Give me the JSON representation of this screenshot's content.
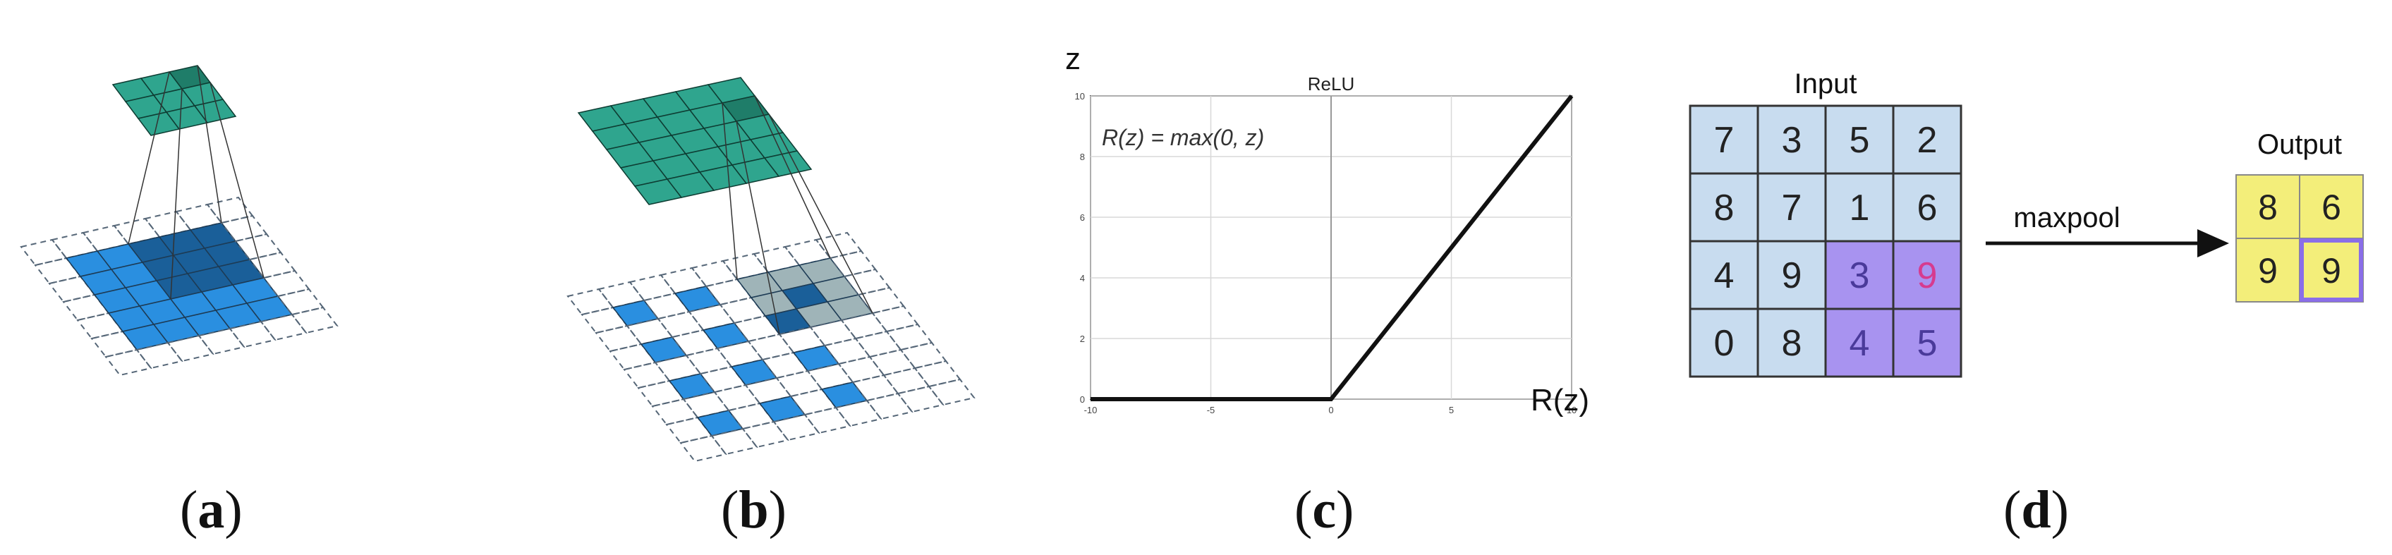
{
  "captions": {
    "a": "a",
    "b": "b",
    "c": "c",
    "d": "d"
  },
  "colors": {
    "teal": "#2fa58e",
    "teal_dark": "#1f7d69",
    "blue": "#2a8fe0",
    "blue_dark": "#1a5f99",
    "gray_cell": "#9fb4b8",
    "input_cell": "#c8dcef",
    "pool_cell": "#a893f0",
    "output_cell": "#f3ee7a",
    "highlight_nine": "#d63b8f"
  },
  "relu": {
    "title": "ReLU",
    "y_axis_label": "z",
    "x_axis_label": "R(z)",
    "formula": "R(z) = max(0,  z)",
    "x_ticks": [
      "-10",
      "-5",
      "0",
      "5",
      "10"
    ],
    "y_ticks": [
      "0",
      "2",
      "4",
      "6",
      "8",
      "10"
    ]
  },
  "chart_data": {
    "type": "line",
    "title": "ReLU",
    "xlabel": "R(z)",
    "ylabel": "z",
    "xlim": [
      -10,
      10
    ],
    "ylim": [
      0,
      10
    ],
    "grid": true,
    "x": [
      -10,
      0,
      10
    ],
    "series": [
      {
        "values": [
          0,
          0,
          10
        ]
      }
    ]
  },
  "maxpool": {
    "input_title": "Input",
    "output_title": "Output",
    "arrow_label": "maxpool",
    "input_grid": [
      [
        "7",
        "3",
        "5",
        "2"
      ],
      [
        "8",
        "7",
        "1",
        "6"
      ],
      [
        "4",
        "9",
        "3",
        "9"
      ],
      [
        "0",
        "8",
        "4",
        "5"
      ]
    ],
    "output_grid": [
      [
        "8",
        "6"
      ],
      [
        "9",
        "9"
      ]
    ]
  }
}
